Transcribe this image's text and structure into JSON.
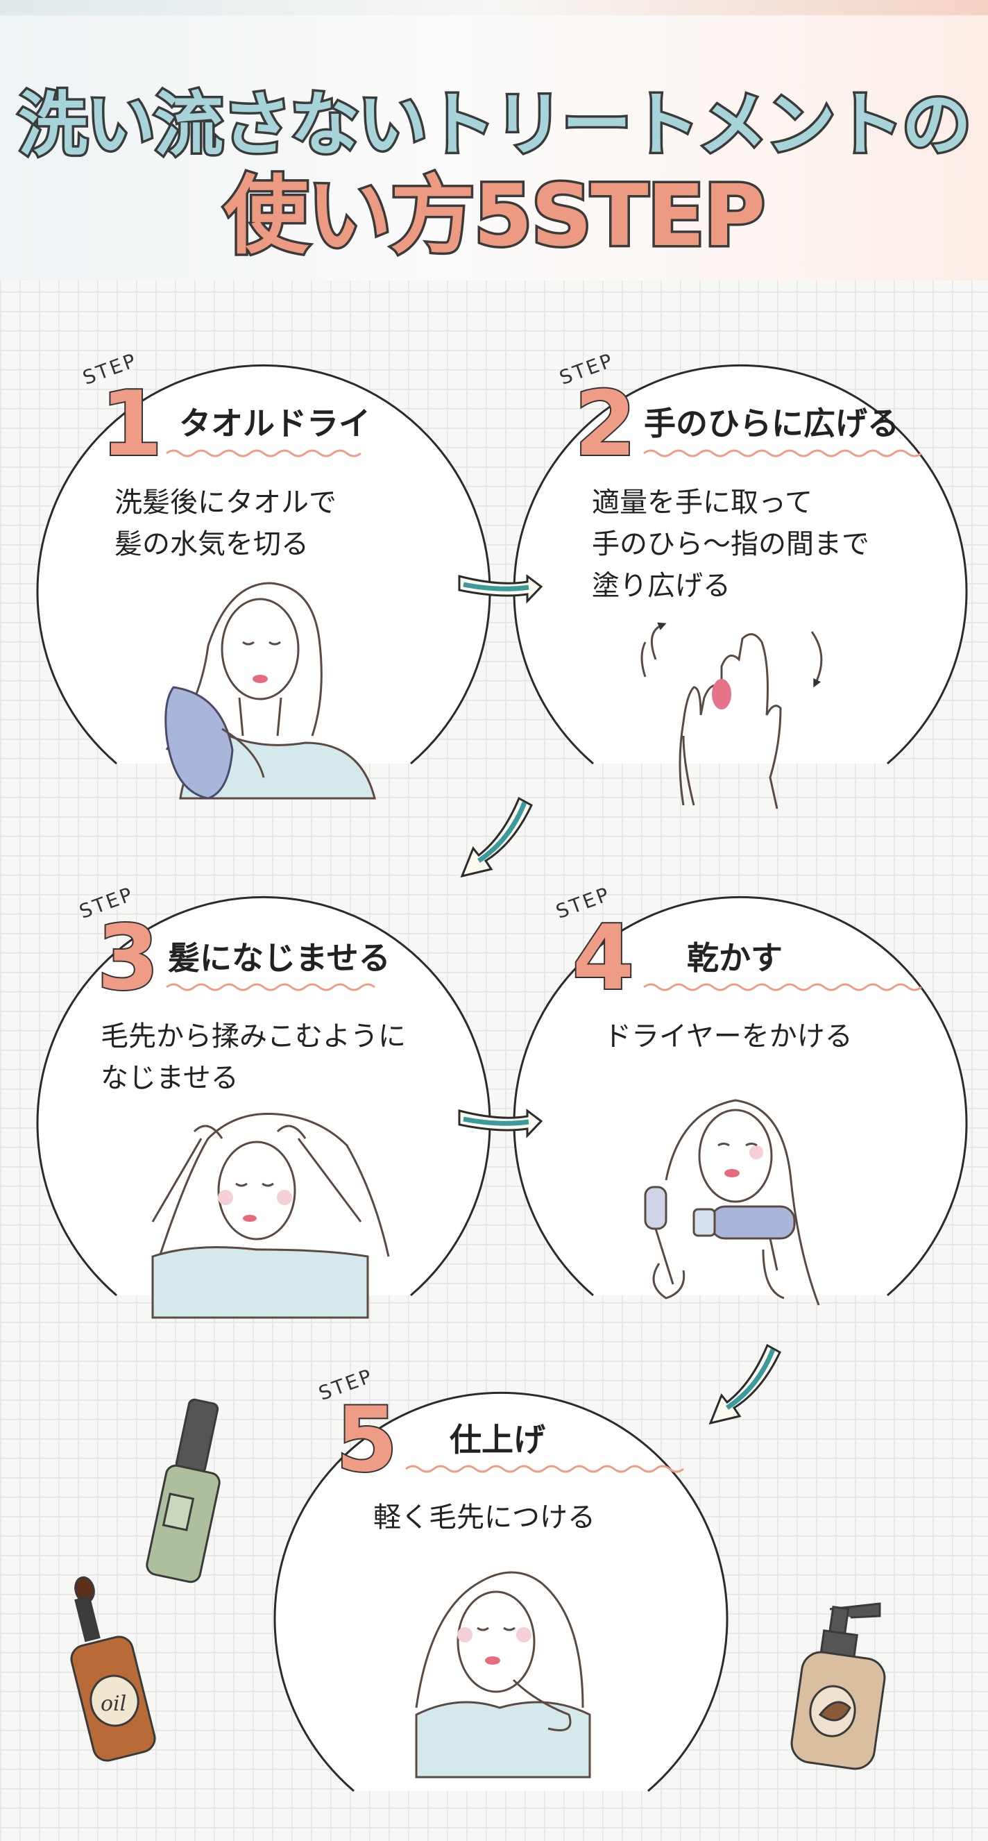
{
  "header": {
    "title_line1": "洗い流さないトリートメントの",
    "title_line2": "使い方5STEP"
  },
  "step_word": "STEP",
  "steps": [
    {
      "number": "1",
      "title": "タオルドライ",
      "description": "洗髪後にタオルで\n髪の水気を切る"
    },
    {
      "number": "2",
      "title": "手のひらに広げる",
      "description": "適量を手に取って\n手のひら〜指の間まで\n塗り広げる"
    },
    {
      "number": "3",
      "title": "髪になじませる",
      "description": "毛先から揉みこむように\nなじませる"
    },
    {
      "number": "4",
      "title": "乾かす",
      "description": "ドライヤーをかける"
    },
    {
      "number": "5",
      "title": "仕上げ",
      "description": "軽く毛先につける"
    }
  ],
  "decor": {
    "oil_label": "oil",
    "colors": {
      "accent_coral": "#ee9c85",
      "accent_teal": "#a7d4d8",
      "towel_blue": "#a9b6da",
      "shirt_blue": "#d5e8eb",
      "arrow_teal": "#3b9a9c"
    }
  }
}
